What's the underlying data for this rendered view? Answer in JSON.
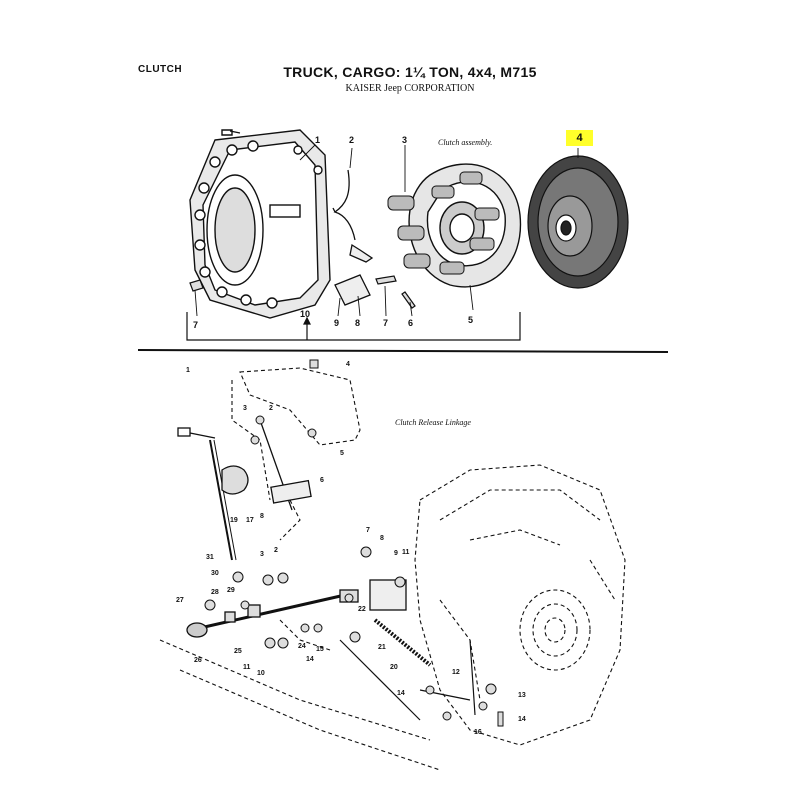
{
  "header": {
    "section": "CLUTCH",
    "title": "TRUCK, CARGO: 1¼ TON, 4x4, M715",
    "manufacturer": "KAISER Jeep CORPORATION"
  },
  "upper_diagram": {
    "caption": "Clutch assembly.",
    "highlighted_callout": "4",
    "callouts": [
      "1",
      "2",
      "3",
      "5",
      "6",
      "7",
      "7",
      "8",
      "9",
      "10"
    ]
  },
  "lower_diagram": {
    "caption": "Clutch Release Linkage",
    "callouts": [
      "1",
      "2",
      "3",
      "4",
      "5",
      "6",
      "7",
      "8",
      "9",
      "10",
      "11",
      "11",
      "12",
      "13",
      "14",
      "14",
      "14",
      "15",
      "16",
      "17",
      "19",
      "20",
      "21",
      "22",
      "24",
      "25",
      "26",
      "27",
      "28",
      "29",
      "30",
      "31",
      "3",
      "2",
      "8"
    ]
  }
}
